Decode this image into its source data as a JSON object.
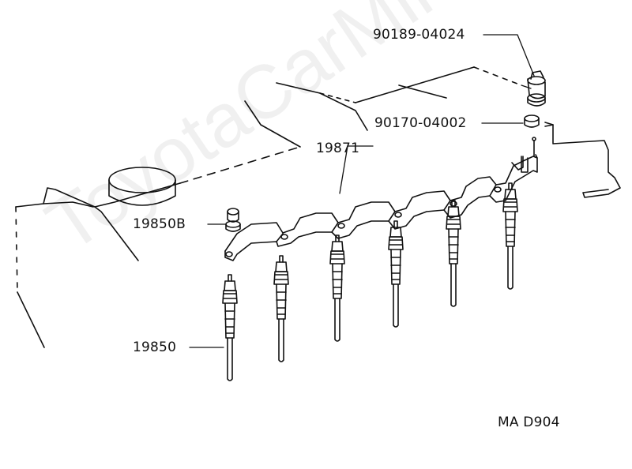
{
  "labels": {
    "part_90189": "90189-04024",
    "part_90170": "90170-04002",
    "part_19871": "19871",
    "part_19850B": "19850B",
    "part_19850": "19850",
    "figure_code": "MA D904"
  },
  "watermark": "ToyotaCarMine.ru",
  "colors": {
    "line": "#111111",
    "watermark": "#cccccc"
  }
}
